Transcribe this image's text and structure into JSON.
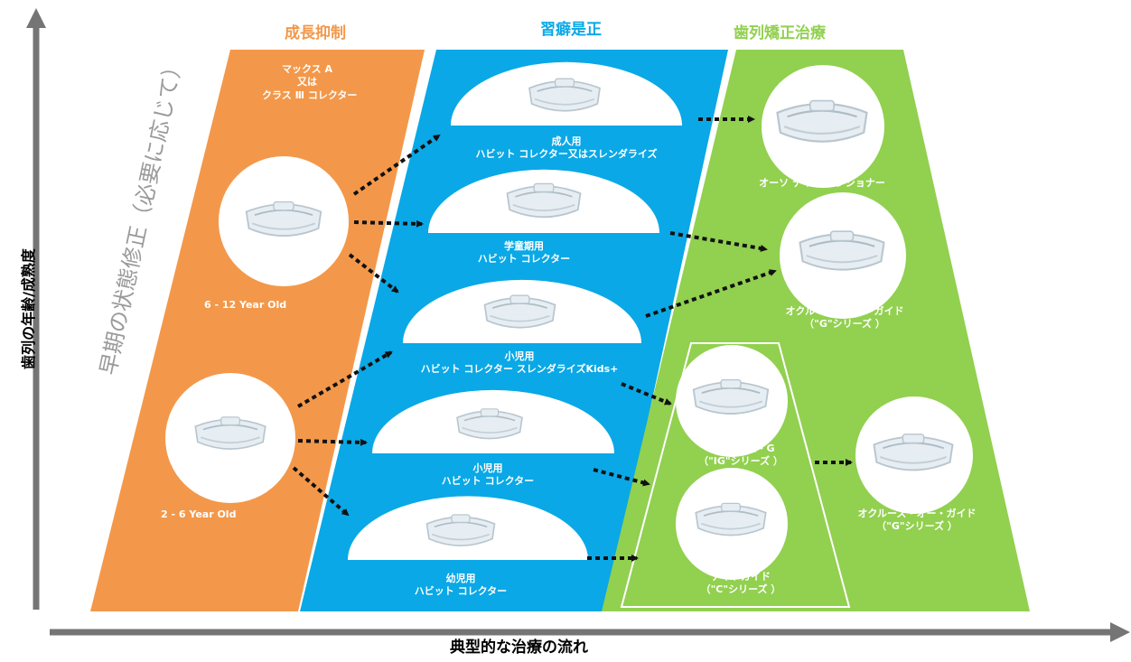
{
  "colors": {
    "orange": "#f3984a",
    "blue": "#0aa8e6",
    "green": "#92d050",
    "axis": "#757575",
    "arrow": "#111111",
    "gray_text": "#9a9a9a"
  },
  "headers": {
    "growth": "成長抑制",
    "habit": "習癖是正",
    "ortho": "歯列矯正治療"
  },
  "axes": {
    "y_label": "歯列の年齢/成熟度",
    "x_label": "典型的な治療の流れ",
    "diagonal_label": "早期の状態修正（必要に応じて）"
  },
  "orange_column": {
    "max_title": [
      "マックス A",
      "又は",
      "クラス Ⅲ コレクター"
    ],
    "age_6_12": "6 - 12 Year Old",
    "age_2_6": "2 - 6 Year Old"
  },
  "blue_column": {
    "adult": [
      "成人用",
      "ハビット コレクター又はスレンダライズ"
    ],
    "school": [
      "学童期用",
      "ハビット コレクター"
    ],
    "kids_plus": [
      "小児用",
      "ハビット コレクター スレンダライズKids+"
    ],
    "child": [
      "小児用",
      "ハビット コレクター"
    ],
    "infant": [
      "幼児用",
      "ハビット コレクター"
    ]
  },
  "green_column": {
    "ortho_tain": "オーソ テイン ポジショナー",
    "occlus_top": [
      "オクルーズ・オー・ガイド",
      "（\"G\"シリーズ ）"
    ],
    "interim": [
      "インテリム・G",
      "（\"IG\"シリーズ ）"
    ],
    "night": [
      "ナイトガイド",
      "（\"C\"シリーズ ）"
    ],
    "occlus_bottom": [
      "オクルーズ・オー・ガイド",
      "（\"G\"シリーズ ）"
    ]
  },
  "icons": [
    "aligner-icon"
  ]
}
